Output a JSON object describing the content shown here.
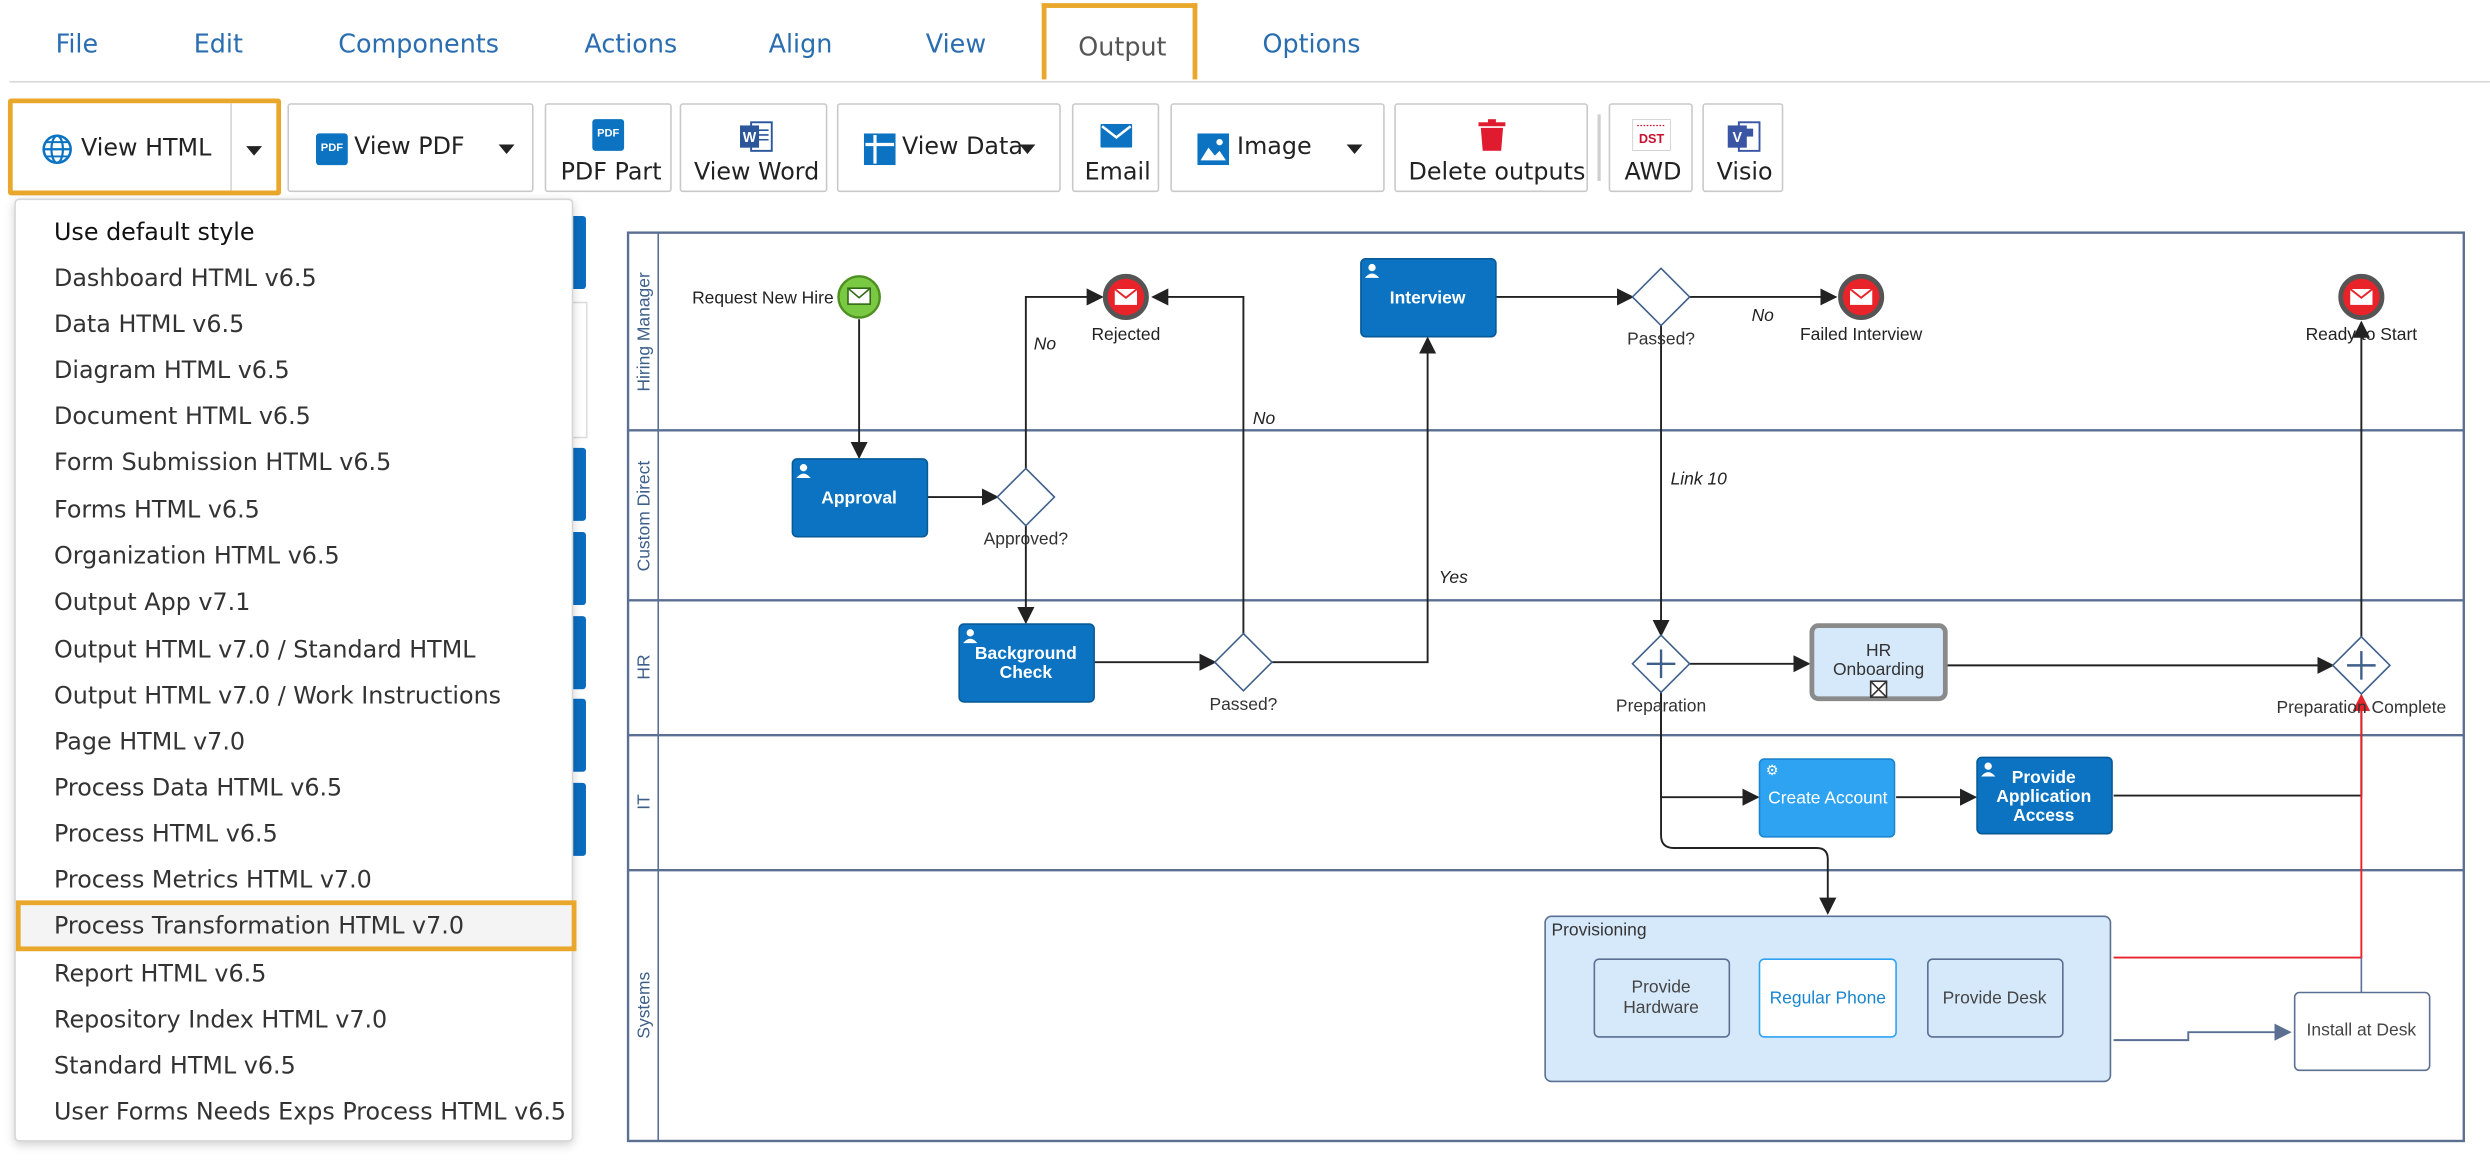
{
  "menu": {
    "file": "File",
    "edit": "Edit",
    "components": "Components",
    "actions": "Actions",
    "align": "Align",
    "view": "View",
    "output": "Output",
    "options": "Options"
  },
  "toolbar": {
    "view_html": "View HTML",
    "view_pdf": "View PDF",
    "pdf_part": "PDF Part",
    "view_word": "View Word",
    "view_data": "View Data",
    "email": "Email",
    "image": "Image",
    "delete_outputs": "Delete outputs",
    "awd": "AWD",
    "visio": "Visio",
    "pdf_badge": "PDF",
    "awd_badge": "DST",
    "word_badge": "W",
    "visio_badge": "V"
  },
  "styles_menu": {
    "selected": "Process Transformation HTML v7.0",
    "items": [
      "Use default style",
      "Dashboard HTML v6.5",
      "Data HTML v6.5",
      "Diagram HTML v6.5",
      "Document HTML v6.5",
      "Form Submission HTML v6.5",
      "Forms HTML v6.5",
      "Organization HTML v6.5",
      "Output App v7.1",
      "Output HTML v7.0 / Standard HTML",
      "Output HTML v7.0 / Work Instructions",
      "Page HTML v7.0",
      "Process Data HTML v6.5",
      "Process HTML v6.5",
      "Process Metrics HTML v7.0",
      "Process Transformation HTML v7.0",
      "Report HTML v6.5",
      "Repository Index HTML v7.0",
      "Standard HTML v6.5",
      "User Forms Needs Exps Process HTML v6.5"
    ]
  },
  "diagram": {
    "lanes": {
      "hiring_manager": "Hiring Manager",
      "custom_direct": "Custom Direct",
      "hr": "HR",
      "it": "IT",
      "systems": "Systems"
    },
    "events": {
      "request_new_hire": "Request New Hire",
      "rejected": "Rejected",
      "failed_interview": "Failed Interview",
      "ready_to_start": "Ready to Start"
    },
    "tasks": {
      "interview": "Interview",
      "approval": "Approval",
      "background_check_1": "Background",
      "background_check_2": "Check",
      "hr_onboarding_1": "HR",
      "hr_onboarding_2": "Onboarding",
      "create_account": "Create Account",
      "provide_app_access_1": "Provide",
      "provide_app_access_2": "Application",
      "provide_app_access_3": "Access",
      "provisioning": "Provisioning",
      "provide_hardware_1": "Provide",
      "provide_hardware_2": "Hardware",
      "regular_phone": "Regular Phone",
      "provide_desk": "Provide Desk",
      "install_at_desk": "Install at Desk"
    },
    "gateways": {
      "approved": "Approved?",
      "passed_hr": "Passed?",
      "passed_hm": "Passed?",
      "preparation": "Preparation",
      "preparation_complete": "Preparation Complete"
    },
    "flow_labels": {
      "no_1": "No",
      "no_2": "No",
      "no_3": "No",
      "yes": "Yes",
      "link_10": "Link 10"
    },
    "colors": {
      "task_blue": "#0b73c2",
      "task_light": "#2ea3f2",
      "lane_border": "#5a6f92",
      "lane_text": "#3e5f8a",
      "start_green": "#7ac943",
      "end_red": "#e8232a",
      "subprocess_fill": "#d6e9fb",
      "highlight": "#e9a82b"
    }
  }
}
